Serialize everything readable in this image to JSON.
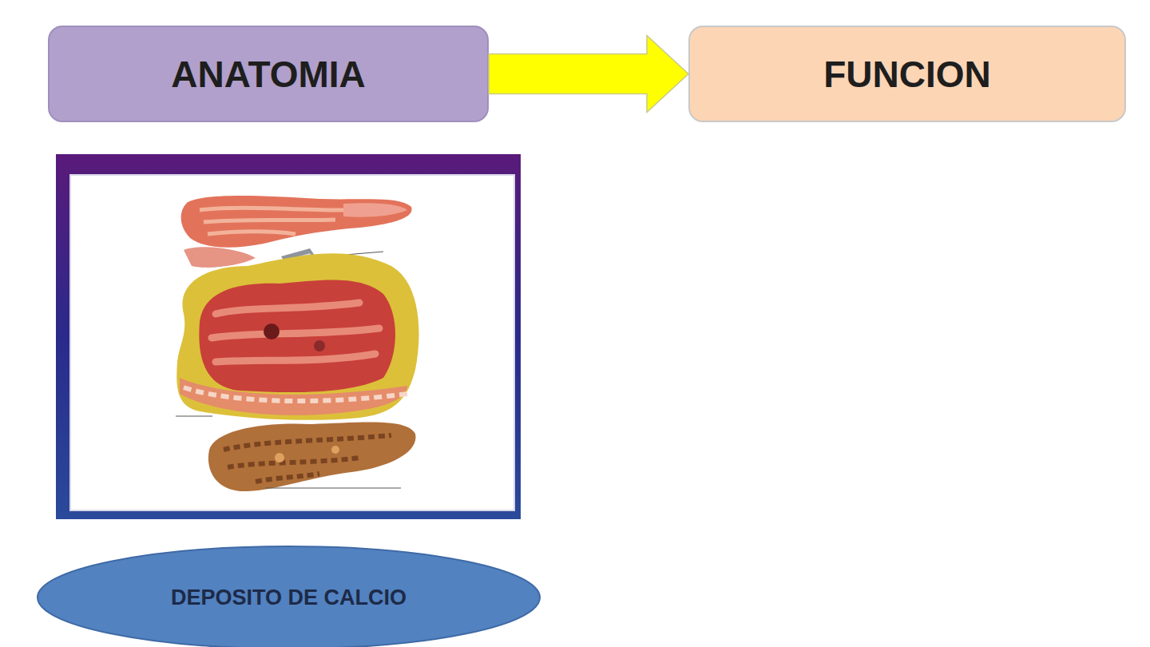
{
  "diagram": {
    "nodes": [
      {
        "text": [
          "ANATOMIA"
        ]
      },
      {
        "text": [
          "FUNCION"
        ]
      },
      {
        "text": [
          "DEPOSITO DE CALCIO"
        ]
      }
    ],
    "edges": [
      {
        "from": 0,
        "to": 1,
        "arrow": "to"
      }
    ]
  }
}
